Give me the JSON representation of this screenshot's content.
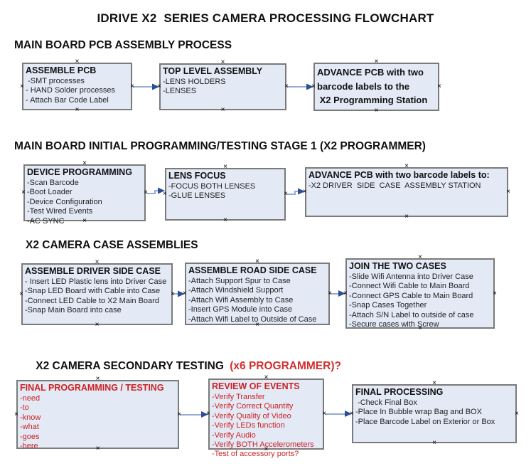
{
  "title": "IDRIVE X2  SERIES CAMERA PROCESSING FLOWCHART",
  "icons": {
    "connection_point": "×"
  },
  "colors": {
    "box_fill": "#e3eaf6",
    "box_border": "#7a7a7a",
    "red_text": "#cc2222",
    "heading_red": "#d13030",
    "arrow_line": "#96abd1",
    "arrow_head": "#2b4f96",
    "text": "#1a1a1a"
  },
  "sections": [
    {
      "heading": "MAIN BOARD PCB ASSEMBLY PROCESS",
      "boxes": [
        {
          "title": "ASSEMBLE PCB",
          "items": [
            " -SMT processes",
            "- HAND Solder processes",
            "- Attach Bar Code Label"
          ]
        },
        {
          "title": "TOP LEVEL ASSEMBLY",
          "items": [
            "-LENS HOLDERS",
            "-LENSES"
          ]
        },
        {
          "title": "ADVANCE PCB with two\nbarcode labels to the\n X2 Programming Station",
          "items": []
        }
      ]
    },
    {
      "heading": "MAIN BOARD INITIAL PROGRAMMING/TESTING STAGE 1 (X2 PROGRAMMER)",
      "boxes": [
        {
          "title": "DEVICE PROGRAMMING",
          "items": [
            "-Scan Barcode",
            "-Boot Loader",
            "-Device Configuration",
            "-Test Wired Events",
            "-AC SYNC"
          ]
        },
        {
          "title": "LENS FOCUS",
          "items": [
            "-FOCUS BOTH LENSES",
            "-GLUE LENSES"
          ]
        },
        {
          "title": "ADVANCE PCB with two barcode labels to:",
          "items": [
            "-X2 DRIVER  SIDE  CASE  ASSEMBLY STATION"
          ]
        }
      ]
    },
    {
      "heading": "X2 CAMERA CASE ASSEMBLIES",
      "boxes": [
        {
          "title": "ASSEMBLE DRIVER SIDE CASE",
          "items": [
            "- Insert LED Plastic lens into Driver Case",
            "-Snap LED Board with Cable into Case",
            "-Connect LED Cable to X2 Main Board",
            "-Snap Main Board into case"
          ]
        },
        {
          "title": "ASSEMBLE ROAD SIDE CASE",
          "items": [
            "-Attach Support Spur to Case",
            "-Attach Windshield Support",
            "-Attach Wifi Assembly to Case",
            "-Insert GPS Module into Case",
            "-Attach Wifi Label to Outside of Case"
          ]
        },
        {
          "title": "JOIN THE TWO CASES",
          "items": [
            "-Slide Wifi Antenna into Driver Case",
            "-Connect Wifi Cable to Main Board",
            "-Connect GPS Cable to Main Board",
            "-Snap Cases Together",
            "-Attach S/N Label to outside of case",
            "-Secure cases with Screw"
          ]
        }
      ]
    },
    {
      "heading": "X2 CAMERA SECONDARY TESTING ",
      "heading_red": "(x6 PROGRAMMER)?",
      "boxes": [
        {
          "title": "FINAL PROGRAMMING / TESTING",
          "items": [
            "-need",
            "-to",
            "-know",
            "-what",
            "-goes",
            "-here"
          ]
        },
        {
          "title": "REVIEW OF EVENTS",
          "items": [
            "-Verify Transfer",
            "-Verify Correct Quantity",
            "-Verify Quality of Video",
            "-Verify LEDs function",
            "-Verify Audio",
            "-Verify BOTH Accelerometers",
            "-Test of accessory ports?"
          ]
        },
        {
          "title": "FINAL PROCESSING",
          "items": [
            " -Check Final Box",
            "-Place In Bubble wrap Bag and BOX",
            "-Place Barcode Label on Exterior or Box"
          ]
        }
      ]
    }
  ]
}
